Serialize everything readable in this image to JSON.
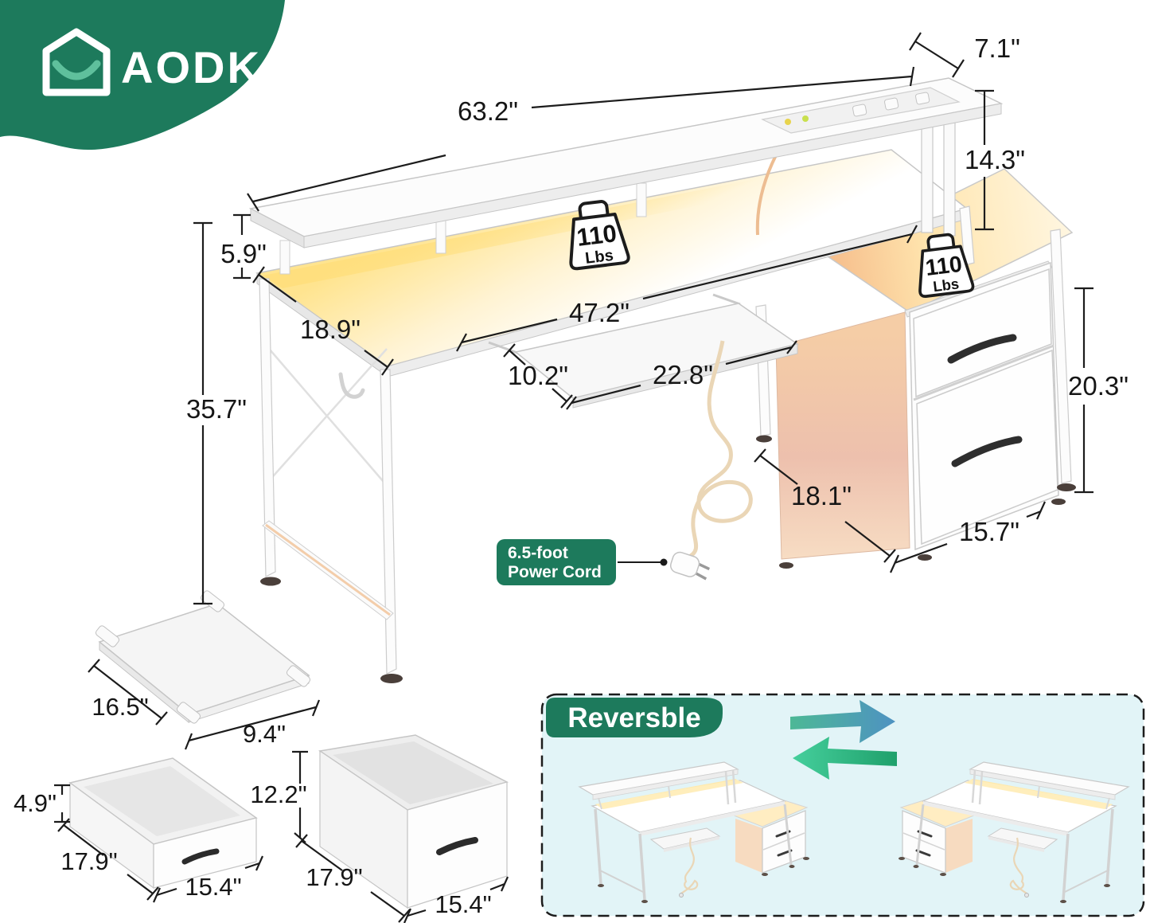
{
  "brand": {
    "name": "AODK"
  },
  "colors": {
    "brand_green": "#1d7a5c",
    "logo_smile": "#5fc09c",
    "panel_bg": "#e2f4f7",
    "glow_yellow": "#ffe48f",
    "glow_orange": "#f6bf8d",
    "arrow_teal": "#4e92c2",
    "arrow_green": "#25a877",
    "cord_tan": "#ead6b6"
  },
  "main_desk": {
    "dimensions": {
      "shelf_depth": "7.1\"",
      "overall_width": "63.2\"",
      "hutch_clearance": "14.3\"",
      "shelf_height": "5.9\"",
      "desk_depth": "18.9\"",
      "desk_height": "35.7\"",
      "desktop_width": "47.2\"",
      "tray_depth": "10.2\"",
      "tray_width": "22.8\"",
      "cabinet_height": "20.3\"",
      "cabinet_depth": "18.1\"",
      "cabinet_width": "15.7\""
    },
    "load_capacity": {
      "value": "110",
      "unit": "Lbs"
    },
    "power_cord": {
      "line1": "6.5-foot",
      "line2": "Power Cord"
    }
  },
  "accessories": {
    "monitor_stand": {
      "depth": "16.5\"",
      "width": "9.4\""
    },
    "under_desk_drawer": {
      "height": "4.9\"",
      "depth": "17.9\"",
      "width": "15.4\""
    },
    "file_box": {
      "height": "12.2\"",
      "depth": "17.9\"",
      "width": "15.4\""
    }
  },
  "reversible": {
    "title": "Reversble"
  }
}
